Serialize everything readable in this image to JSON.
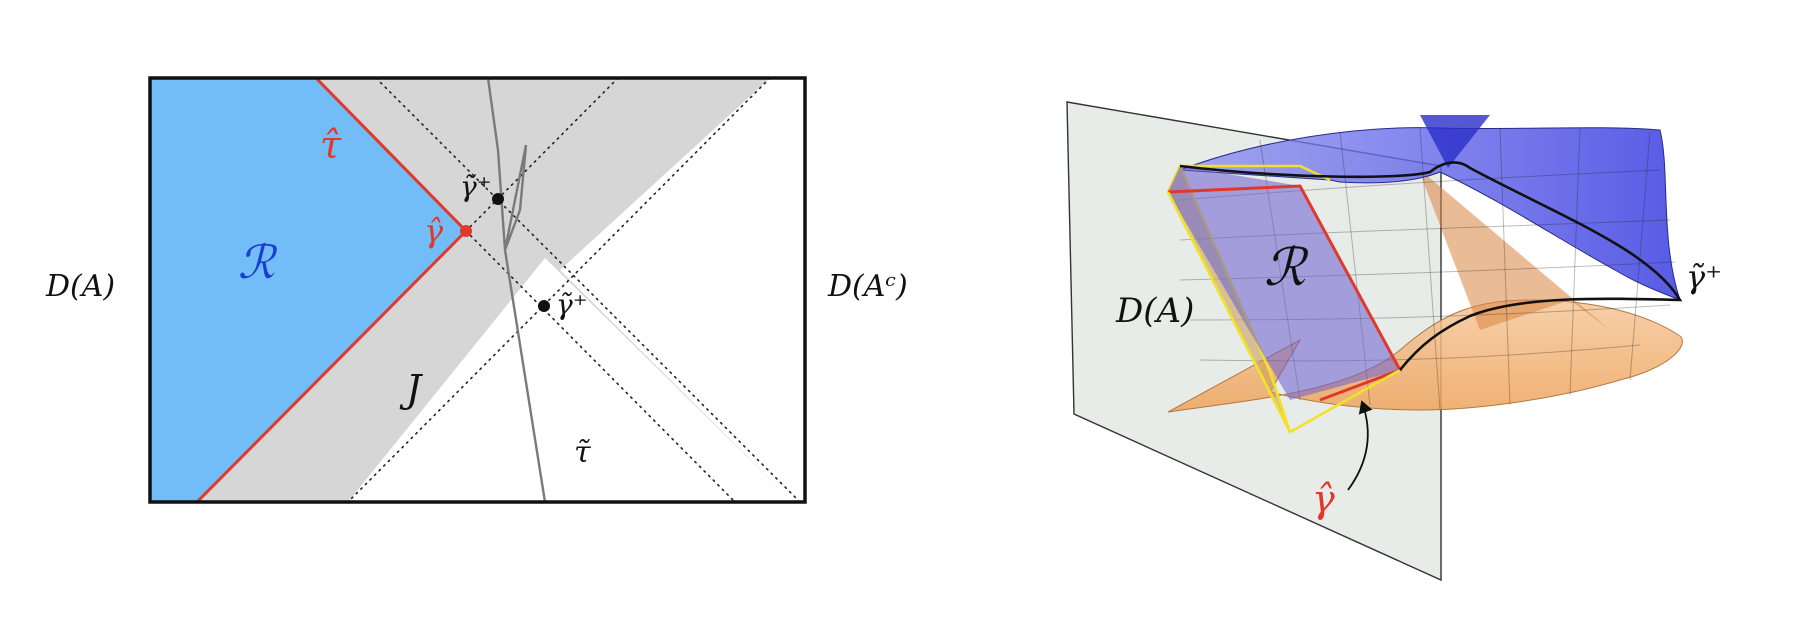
{
  "left_panel": {
    "label_left": "D(A)",
    "label_right": "D(Aᶜ)",
    "region_R": "ℛ",
    "tau_hat": "τ̂",
    "gamma_hat": "γ̂",
    "gamma_tilde_plus_upper": "γ̃⁺",
    "gamma_tilde_plus_lower": "γ̃⁺",
    "J": "J",
    "tau_tilde": "τ̃"
  },
  "right_panel": {
    "label_DA": "D(A)",
    "region_R": "ℛ",
    "gamma_tilde_plus": "γ̃⁺",
    "gamma_hat": "γ̂"
  },
  "colors": {
    "region_blue": "#72bcf7",
    "wedge_gray": "#d6d6d6",
    "red": "#e0392b",
    "blue_text": "#1a3fd1",
    "surface_blue": "#5a5ae6",
    "surface_orange": "#f4a860",
    "plane": "#e4e9e4",
    "yellow": "#f2e02a"
  }
}
